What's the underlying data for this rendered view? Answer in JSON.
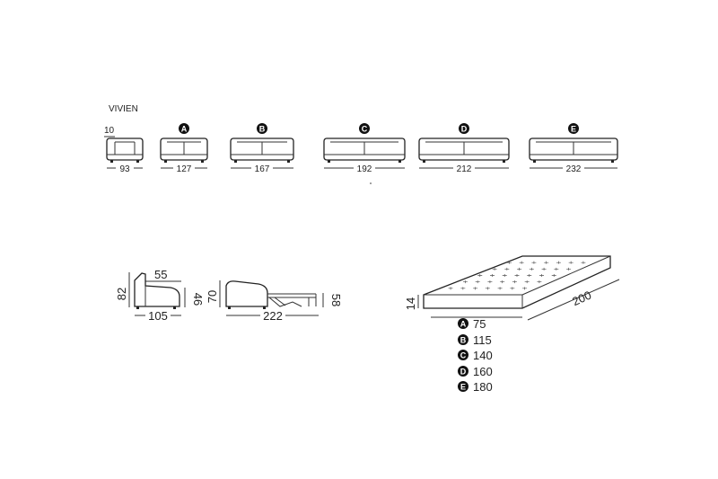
{
  "title": "VIVIEN",
  "armrest_width": "10",
  "sofas": [
    {
      "badge": "",
      "width": "93"
    },
    {
      "badge": "A",
      "width": "127"
    },
    {
      "badge": "B",
      "width": "167"
    },
    {
      "badge": "C",
      "width": "192"
    },
    {
      "badge": "D",
      "width": "212"
    },
    {
      "badge": "E",
      "width": "232"
    }
  ],
  "side_view": {
    "seat_depth": "55",
    "height": "82",
    "seat_height": "46",
    "depth": "105"
  },
  "bed_view": {
    "back_height": "70",
    "length": "222",
    "bed_height": "58"
  },
  "mattress": {
    "thickness": "14",
    "length": "200",
    "widths": [
      {
        "badge": "A",
        "value": "75"
      },
      {
        "badge": "B",
        "value": "115"
      },
      {
        "badge": "C",
        "value": "140"
      },
      {
        "badge": "D",
        "value": "160"
      },
      {
        "badge": "E",
        "value": "180"
      }
    ]
  },
  "colors": {
    "line": "#333333",
    "badge": "#111111"
  }
}
